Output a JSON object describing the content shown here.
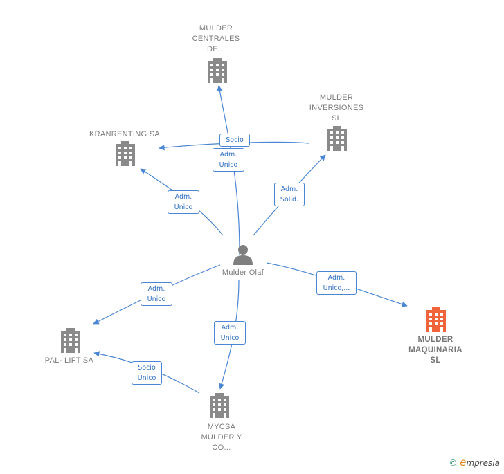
{
  "nodes": [
    {
      "id": "mulder-olaf",
      "label": "Mulder Olaf",
      "type": "person"
    },
    {
      "id": "mulder-centrales",
      "label": "MULDER\nCENTRALES\nDE...",
      "type": "company"
    },
    {
      "id": "mulder-inversiones",
      "label": "MULDER\nINVERSIONES\nSL",
      "type": "company"
    },
    {
      "id": "kranrenting",
      "label": "KRANRENTING SA",
      "type": "company"
    },
    {
      "id": "pal-lift",
      "label": "PAL- LIFT SA",
      "type": "company"
    },
    {
      "id": "mycsa",
      "label": "MYCSA\nMULDER Y\nCO...",
      "type": "company"
    },
    {
      "id": "mulder-maquinaria",
      "label": "MULDER\nMAQUINARIA\nSL",
      "type": "company-focus"
    }
  ],
  "edges": [
    {
      "id": "e-centrales",
      "label": "Adm.\nUnico"
    },
    {
      "id": "e-socio-kran",
      "label": "Socio"
    },
    {
      "id": "e-kran",
      "label": "Adm.\nUnico"
    },
    {
      "id": "e-inversiones",
      "label": "Adm.\nSolid."
    },
    {
      "id": "e-maquinaria",
      "label": "Adm.\nUnico,..."
    },
    {
      "id": "e-pallift",
      "label": "Adm.\nUnico"
    },
    {
      "id": "e-mycsa",
      "label": "Adm.\nUnico"
    },
    {
      "id": "e-mycsa-pallift",
      "label": "Socio\nÚnico"
    }
  ],
  "colors": {
    "edge": "#4a86d4",
    "building": "#8a8a8a",
    "building_focus": "#f0643c",
    "person": "#7f7f7f"
  },
  "watermark": {
    "copyright": "©",
    "brand_first": "e",
    "brand_rest": "mpresia"
  }
}
